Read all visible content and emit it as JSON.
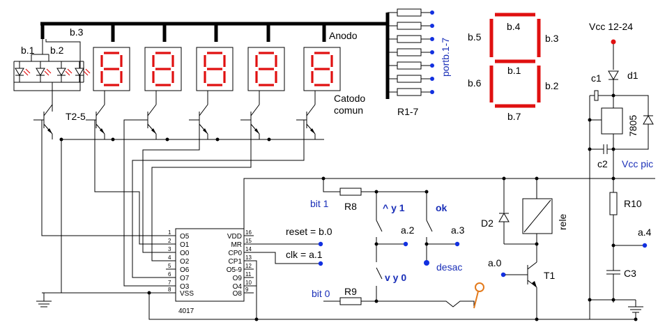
{
  "labels": {
    "b3": "b.3",
    "b1": "b.1",
    "b2": "b.2",
    "anodo": "Anodo",
    "catodo1": "Catodo",
    "catodo2": "comun",
    "t25": "T2-5",
    "portb": "portb.1-7",
    "r17": "R1-7",
    "vcc": "Vcc 12-24",
    "c1": "c1",
    "d1": "d1",
    "reg": "7805",
    "c2": "c2",
    "vccpic": "Vcc pic",
    "r10": "R10",
    "a4": "a.4",
    "c3": "C3",
    "rele": "rele",
    "d2": "D2",
    "t1": "T1",
    "a0": "a.0",
    "bit1": "bit 1",
    "r8": "R8",
    "up1": "^ y 1",
    "ok": "ok",
    "a2": "a.2",
    "a3": "a.3",
    "desac": "desac",
    "vy0": "v y 0",
    "bit0": "bit 0",
    "r9": "R9",
    "resetlbl": "reset = b.0",
    "clklbl": "clk = a.1",
    "chip": "4017"
  },
  "seg_map": {
    "top": "b.4",
    "upper_left": "b.5",
    "upper_right": "b.3",
    "middle": "b.1",
    "lower_left": "b.6",
    "lower_right": "b.2",
    "bottom": "b.7"
  },
  "ic": {
    "left_pins": [
      {
        "num": "1",
        "name": "O5"
      },
      {
        "num": "2",
        "name": "O1"
      },
      {
        "num": "3",
        "name": "O0"
      },
      {
        "num": "4",
        "name": "O2"
      },
      {
        "num": "5",
        "name": "O6"
      },
      {
        "num": "6",
        "name": "O7"
      },
      {
        "num": "7",
        "name": "O3"
      },
      {
        "num": "8",
        "name": "VSS"
      }
    ],
    "right_pins": [
      {
        "num": "16",
        "name": "VDD"
      },
      {
        "num": "15",
        "name": "MR"
      },
      {
        "num": "14",
        "name": "CP0"
      },
      {
        "num": "13",
        "name": "CP1"
      },
      {
        "num": "12",
        "name": "O5-9"
      },
      {
        "num": "11",
        "name": "O9"
      },
      {
        "num": "10",
        "name": "O4"
      },
      {
        "num": "9",
        "name": "O8"
      }
    ]
  }
}
